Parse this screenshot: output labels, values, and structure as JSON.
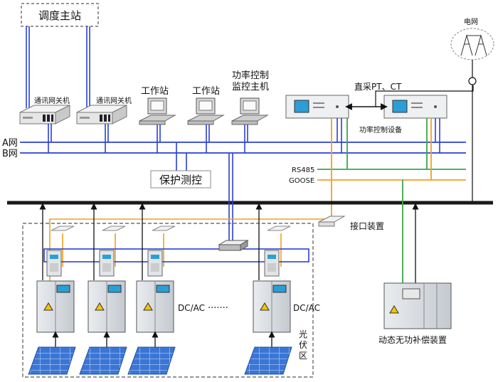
{
  "labels": {
    "dispatch": "调度主站",
    "gateway1": "通讯网关机",
    "gateway2": "通讯网关机",
    "workstation1": "工作站",
    "workstation2": "工作站",
    "power_host_line1": "功率控制",
    "power_host_line2": "监控主机",
    "grid": "电网",
    "direct_sample": "直采PT、CT",
    "power_device": "功率控制设备",
    "net_a": "A网",
    "net_b": "B网",
    "protection": "保护测控",
    "rs485": "RS485",
    "goose": "GOOSE",
    "interface": "接口装置",
    "dcac_left": "DC/AC",
    "dots": "·······",
    "dcac_right": "DC/AC",
    "pv_zone_1": "光",
    "pv_zone_2": "伏",
    "pv_zone_3": "区",
    "svg_device": "动态无功补偿装置"
  },
  "colors": {
    "network": "#2a3fd6",
    "rs485": "#3aa64a",
    "goose": "#f0a020",
    "bus": "#1a1a1a",
    "panel": "#3b76d4"
  }
}
